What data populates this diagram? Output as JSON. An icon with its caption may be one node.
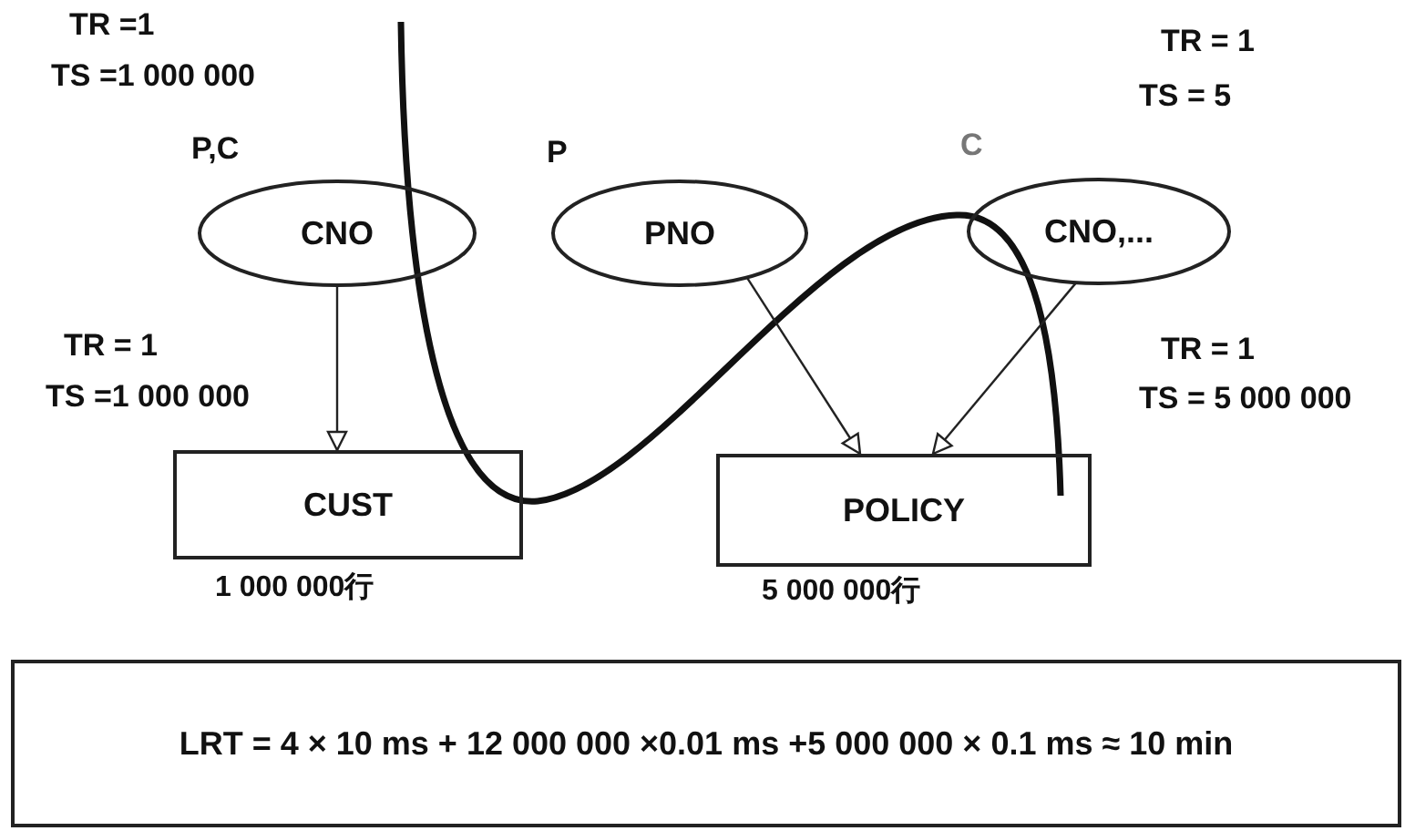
{
  "diagram": {
    "nodes": [
      {
        "text": [
          "CNO"
        ],
        "beside": [
          "P,C"
        ]
      },
      {
        "text": [
          "PNO"
        ],
        "beside": [
          "P"
        ]
      },
      {
        "text": [
          "CNO,..."
        ],
        "beside": [
          "C"
        ]
      },
      {
        "text": [
          "CUST"
        ],
        "beside": [
          "1 000 000行"
        ]
      },
      {
        "text": [
          "POLICY"
        ],
        "beside": [
          "5 000 000行"
        ]
      },
      {
        "text": [
          "LRT = 4 × 10 ms + 12 000 000 ×0.01 ms +5 000 000 × 0.1 ms ≈ 10 min"
        ]
      }
    ],
    "edges": [
      {
        "from": 0,
        "to": 3,
        "arrow": "to"
      },
      {
        "from": 1,
        "to": 4,
        "arrow": "to"
      },
      {
        "from": 2,
        "to": 4,
        "arrow": "to"
      }
    ],
    "labels": [
      "TR =1",
      "TS =1 000 000",
      "TR = 1",
      "TS = 5",
      "TR = 1",
      "TS =1 000 000",
      "TR = 1",
      "TS = 5 000 000"
    ]
  }
}
